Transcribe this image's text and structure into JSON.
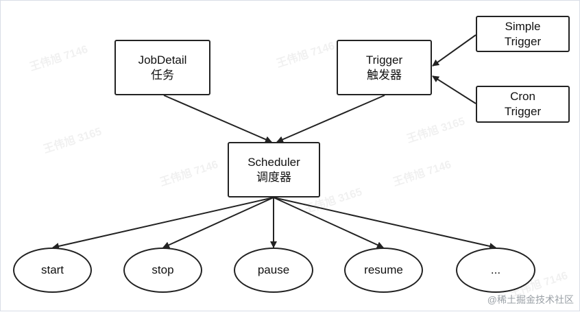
{
  "nodes": {
    "jobdetail": {
      "line1": "JobDetail",
      "line2": "任务"
    },
    "trigger": {
      "line1": "Trigger",
      "line2": "触发器"
    },
    "simple_trigger": {
      "line1": "Simple",
      "line2": "Trigger"
    },
    "cron_trigger": {
      "line1": "Cron",
      "line2": "Trigger"
    },
    "scheduler": {
      "line1": "Scheduler",
      "line2": "调度器"
    }
  },
  "actions": [
    "start",
    "stop",
    "pause",
    "resume",
    "..."
  ],
  "credit": "@稀土掘金技术社区",
  "watermark": [
    "王伟旭 7146",
    "王伟旭 3165"
  ]
}
